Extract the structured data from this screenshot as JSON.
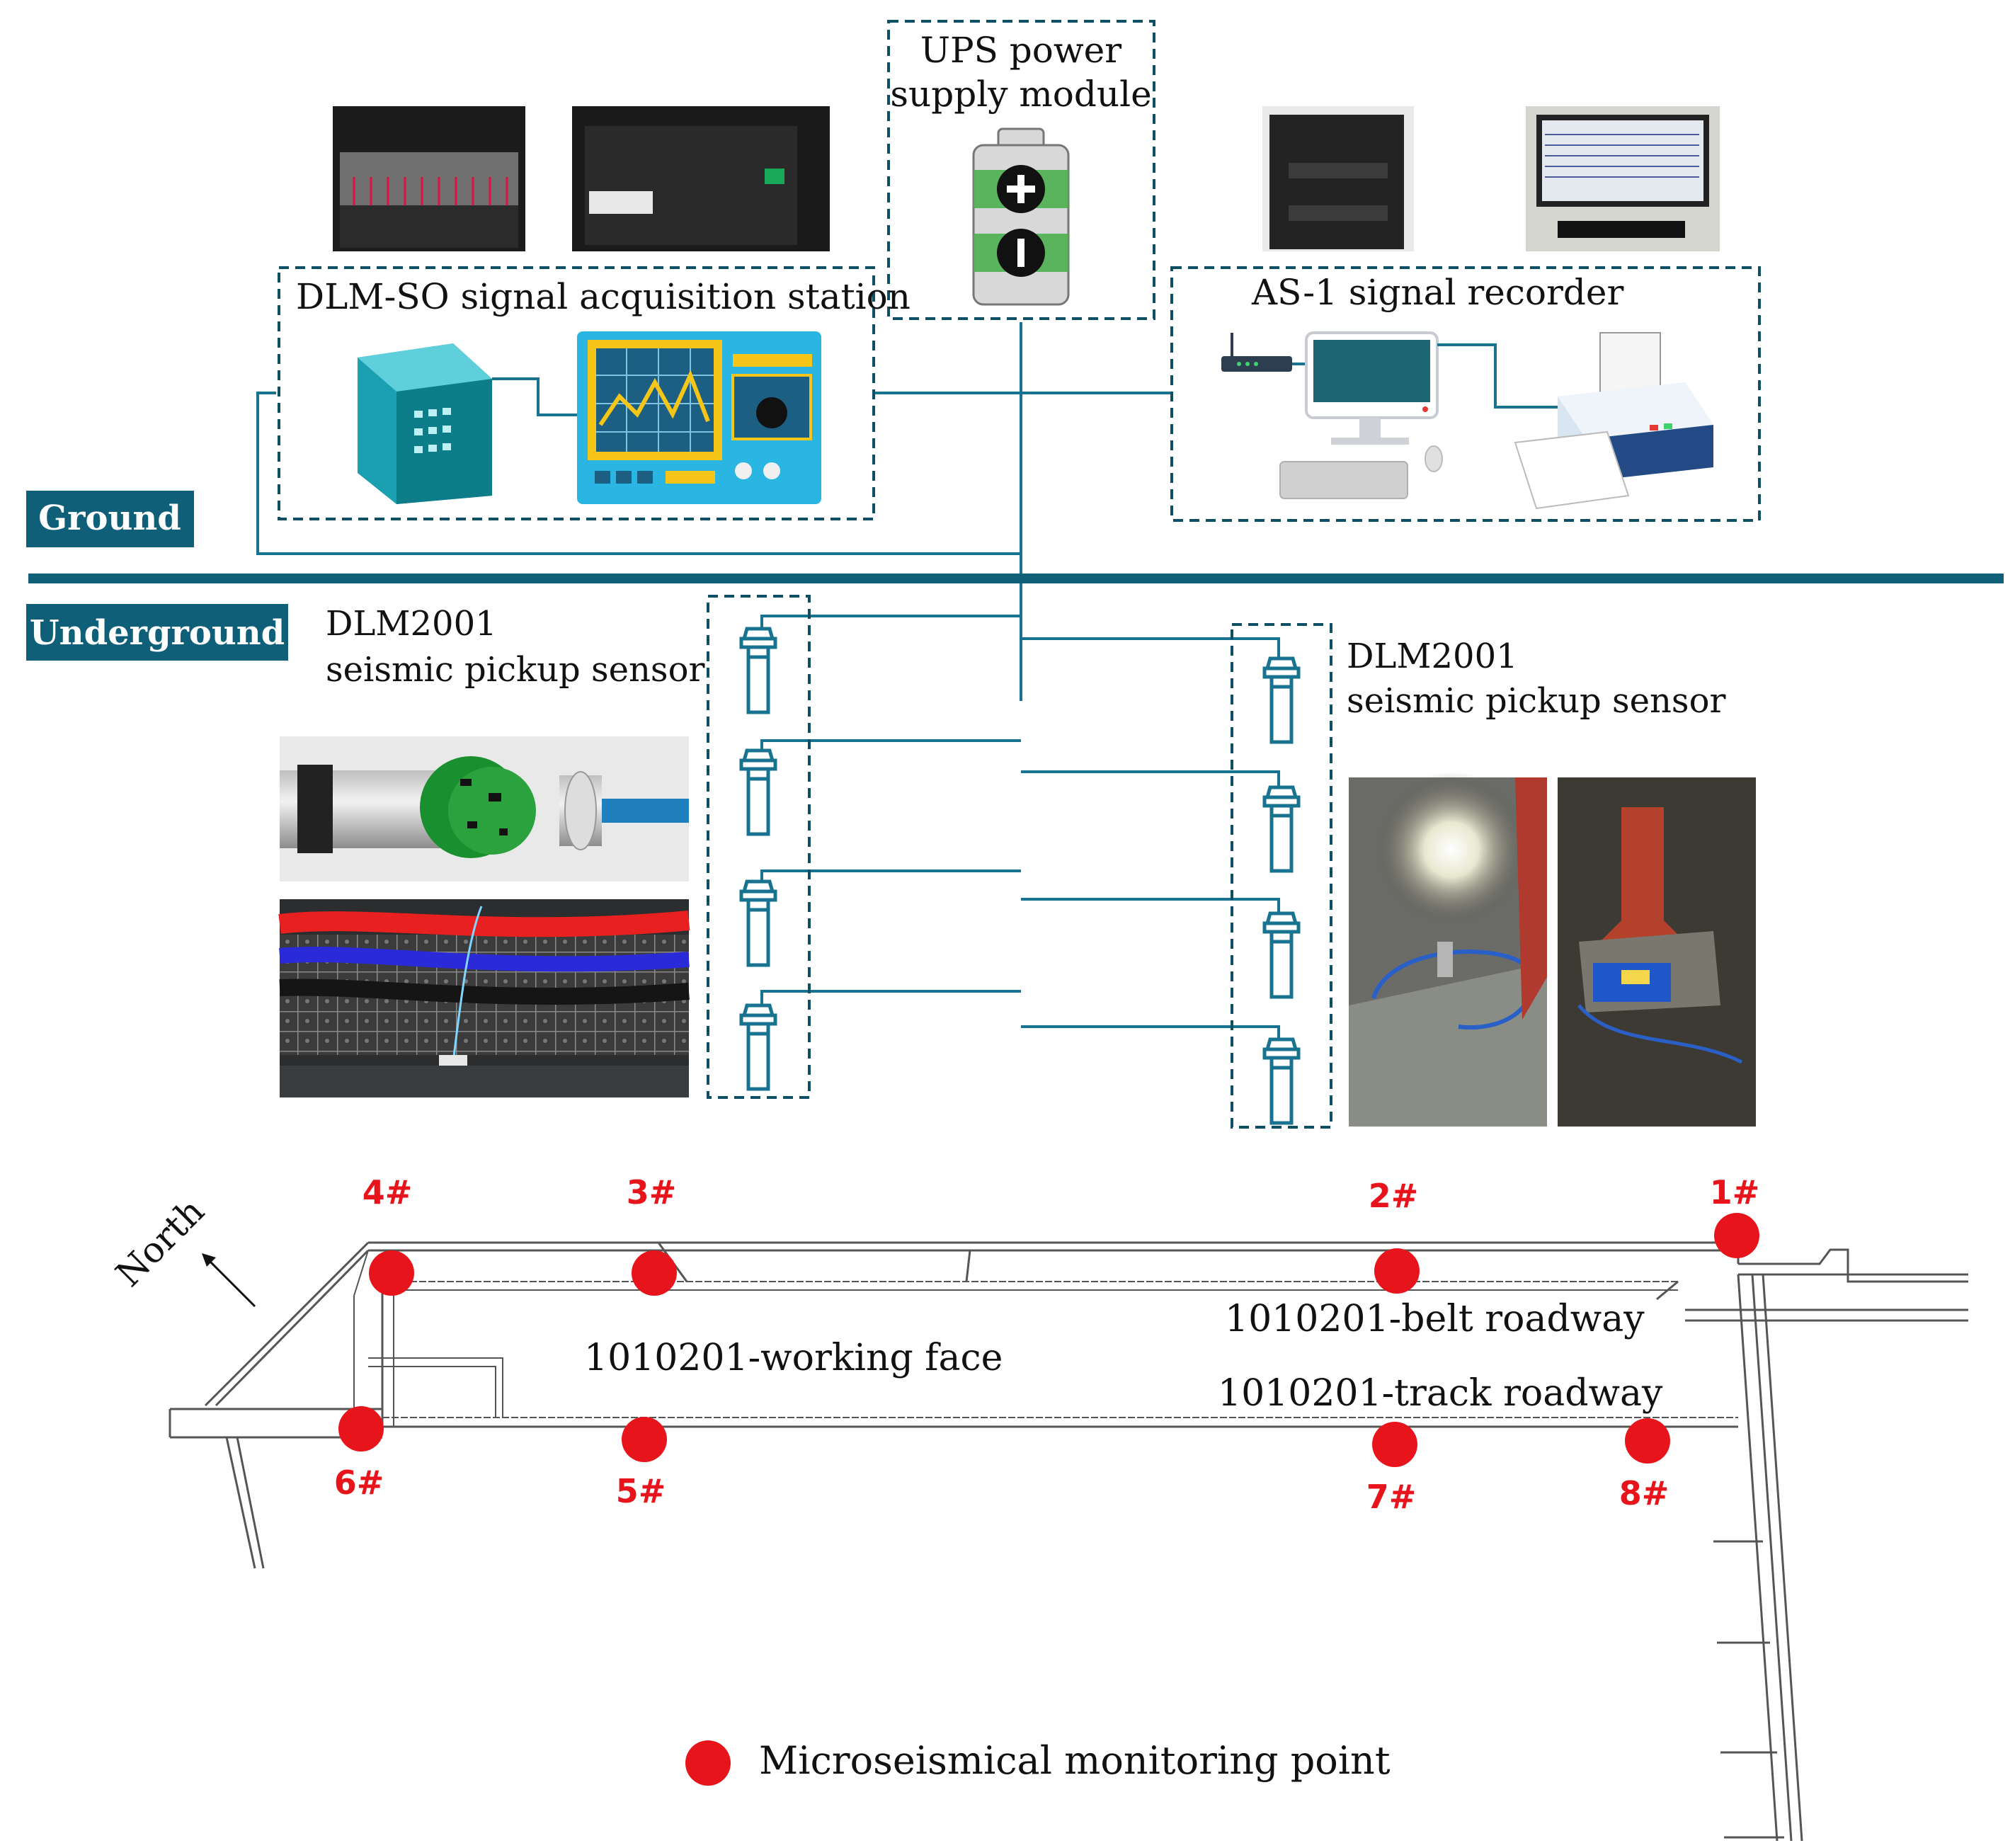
{
  "ground": {
    "band_label": "Ground",
    "ups": {
      "title_line1": "UPS power",
      "title_line2": "supply module"
    },
    "acquisition": {
      "title": "DLM-SO signal acquisition station"
    },
    "recorder": {
      "title": "AS-1 signal recorder"
    }
  },
  "underground": {
    "band_label": "Underground",
    "sensor_left": {
      "line1": "DLM2001",
      "line2": "seismic pickup sensor"
    },
    "sensor_right": {
      "line1": "DLM2001",
      "line2": "seismic pickup sensor"
    }
  },
  "map": {
    "north_label": "North",
    "working_face": "1010201-working face",
    "belt_roadway": "1010201-belt roadway",
    "track_roadway": "1010201-track roadway",
    "points": [
      "1#",
      "2#",
      "3#",
      "4#",
      "5#",
      "6#",
      "7#",
      "8#"
    ]
  },
  "legend": {
    "label": "Microseismical monitoring point"
  },
  "colors": {
    "teal": "#1a6a86",
    "band": "#0f5f79",
    "point_red": "#e8141b",
    "line_teal": "#17738f"
  }
}
